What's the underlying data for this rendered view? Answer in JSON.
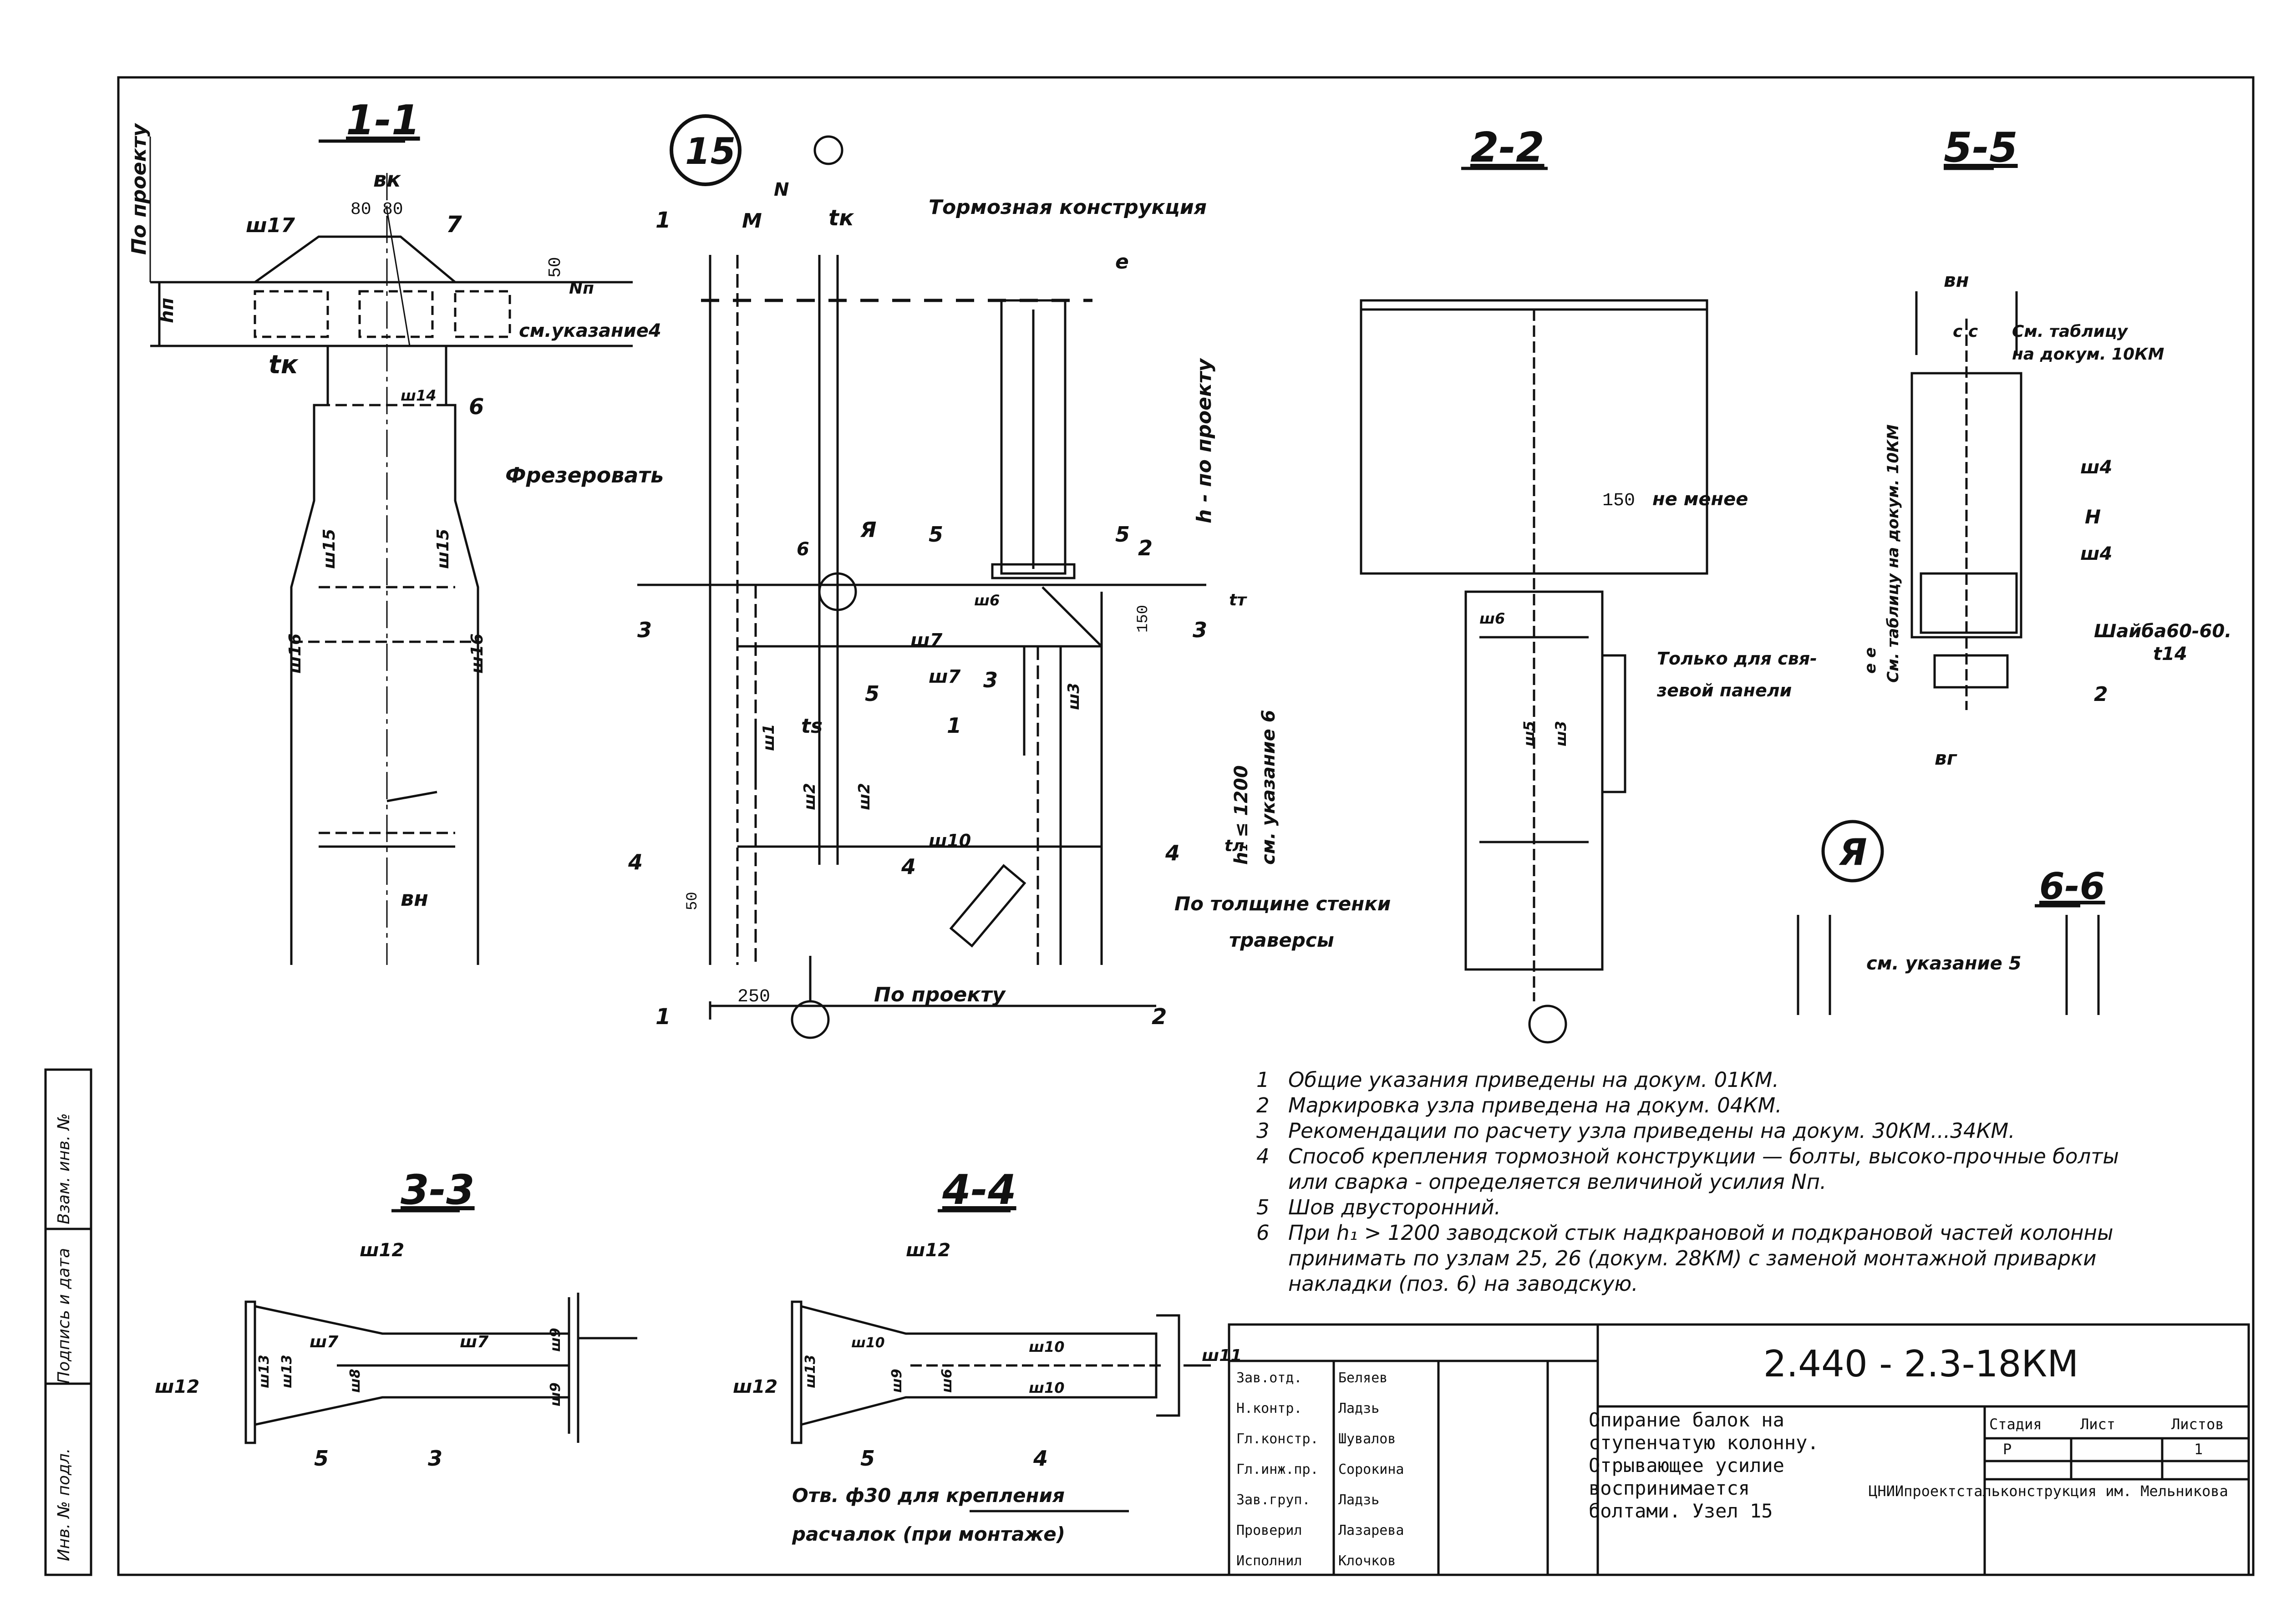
{
  "node_number": "15",
  "detail_marker": "Я",
  "sections": {
    "s11": "1-1",
    "s22": "2-2",
    "s55": "5-5",
    "s33": "3-3",
    "s44": "4-4",
    "s66": "6-6"
  },
  "labels": {
    "po_proektu": "По проекту",
    "bk": "вк",
    "dim_80a": "80",
    "dim_80b": "80",
    "sh17": "ш17",
    "num7": "7",
    "dim_50": "50",
    "hn": "hп",
    "nn": "Nп",
    "sm_ukaz4": "см.указание4",
    "tk": "tк",
    "sh14": "ш14",
    "num6": "6",
    "sh15a": "ш15",
    "sh15b": "ш15",
    "sh16a": "ш16",
    "sh16b": "ш16",
    "bn": "вн",
    "frezerovat": "Фрезеровать",
    "M": "M",
    "N": "N",
    "tk2": "tк",
    "tormoz": "Тормозная конструкция",
    "e": "е",
    "h_po_proektu": "h - по проекту",
    "ya": "Я",
    "s6": "6",
    "s5": "5",
    "s5b": "5",
    "num2": "2",
    "sh6": "ш6",
    "dim150": "150",
    "s3": "3",
    "s3b": "3",
    "sh7a": "ш7",
    "sh7b": "ш7",
    "num3": "3",
    "num5": "5",
    "ts": "ts",
    "num1": "1",
    "sh1": "ш1",
    "sh2a": "ш2",
    "sh2b": "ш2",
    "sh3": "ш3",
    "h1": "h₁ ≤ 1200",
    "sm_ukaz6": "см. указание 6",
    "sh10": "ш10",
    "s4": "4",
    "s4b": "4",
    "dim50b": "50",
    "num4": "4",
    "po_tolsh": "По толщине стенки",
    "traversy": "траверсы",
    "s1": "1",
    "s1b": "1",
    "s2": "2",
    "dim250": "250",
    "po_proektu2": "По проекту",
    "tt": "tт",
    "tl": "tл",
    "dim150b": "150",
    "ne_menee": "не менее",
    "sh6b": "ш6",
    "sh5": "ш5",
    "sh3b": "ш3",
    "tolko": "Только для свя-",
    "zevoy": "зевой панели",
    "bn2": "вн",
    "cc": "c c",
    "sm_tabl": "См. таблицу",
    "na_dokum": "на докум. 10КМ",
    "sh4a": "ш4",
    "H": "H",
    "sh4b": "ш4",
    "sm_tabl_v": "См. таблицу на докум. 10КМ",
    "ee": "е е",
    "shayba": "Шайба60-60.",
    "t14": "t14",
    "num2b": "2",
    "bg": "вг",
    "sm_ukaz5": "см. указание 5",
    "sh12a": "ш12",
    "sh12b": "ш12",
    "sh7c": "ш7",
    "sh7d": "ш7",
    "sh13a": "ш13",
    "sh13b": "ш13",
    "sh8": "ш8",
    "sh9a": "ш9",
    "sh9b": "ш9",
    "num5b": "5",
    "num3b": "3",
    "sh12c": "ш12",
    "sh12d": "ш12",
    "sh10a": "ш10",
    "sh10b": "ш10",
    "sh10c": "ш10",
    "sh11": "ш11",
    "sh13c": "ш13",
    "sh9c": "ш9",
    "sh6c": "ш6",
    "num5c": "5",
    "num4b": "4",
    "otv": "Отв. ф30 для крепления",
    "raschal": "расчалок (при монтаже)"
  },
  "notes": [
    {
      "n": "1",
      "text": "Общие указания приведены на докум. 01КМ."
    },
    {
      "n": "2",
      "text": "Маркировка узла приведена на докум. 04КМ."
    },
    {
      "n": "3",
      "text": "Рекомендации по расчету узла приведены на докум. 30КМ...34КМ."
    },
    {
      "n": "4",
      "text": "Способ крепления тормозной конструкции — болты, высоко-прочные болты или сварка - определяется величиной усилия Nп."
    },
    {
      "n": "5",
      "text": "Шов двусторонний."
    },
    {
      "n": "6",
      "text": "При h₁ > 1200 заводской стык надкрановой и подкрановой частей колонны принимать по узлам 25, 26 (докум. 28КМ) с заменой монтажной приварки накладки (поз. 6) на заводскую."
    }
  ],
  "title_block": {
    "rows": [
      {
        "role": "Зав.отд.",
        "name": "Беляев"
      },
      {
        "role": "Н.контр.",
        "name": "Ладзь"
      },
      {
        "role": "Гл.констр.",
        "name": "Шувалов"
      },
      {
        "role": "Гл.инж.пр.",
        "name": "Сорокина"
      },
      {
        "role": "Зав.груп.",
        "name": "Ладзь"
      },
      {
        "role": "Проверил",
        "name": "Лазарева"
      },
      {
        "role": "Исполнил",
        "name": "Клочков"
      }
    ],
    "code": "2.440 - 2.3-18КМ",
    "title": "Опирание балок на ступенчатую колонну. Отрывающее усилие воспринимается болтами. Узел 15",
    "stage_label": "Стадия",
    "sheet_label": "Лист",
    "sheets_label": "Листов",
    "stage": "Р",
    "sheets": "1",
    "org": "ЦНИИпроектстальконструкция им. Мельникова"
  },
  "sidebar": {
    "inv_podl": "Инв. № подл.",
    "podpis": "Подпись и дата",
    "vzam": "Взам. инв. №"
  }
}
